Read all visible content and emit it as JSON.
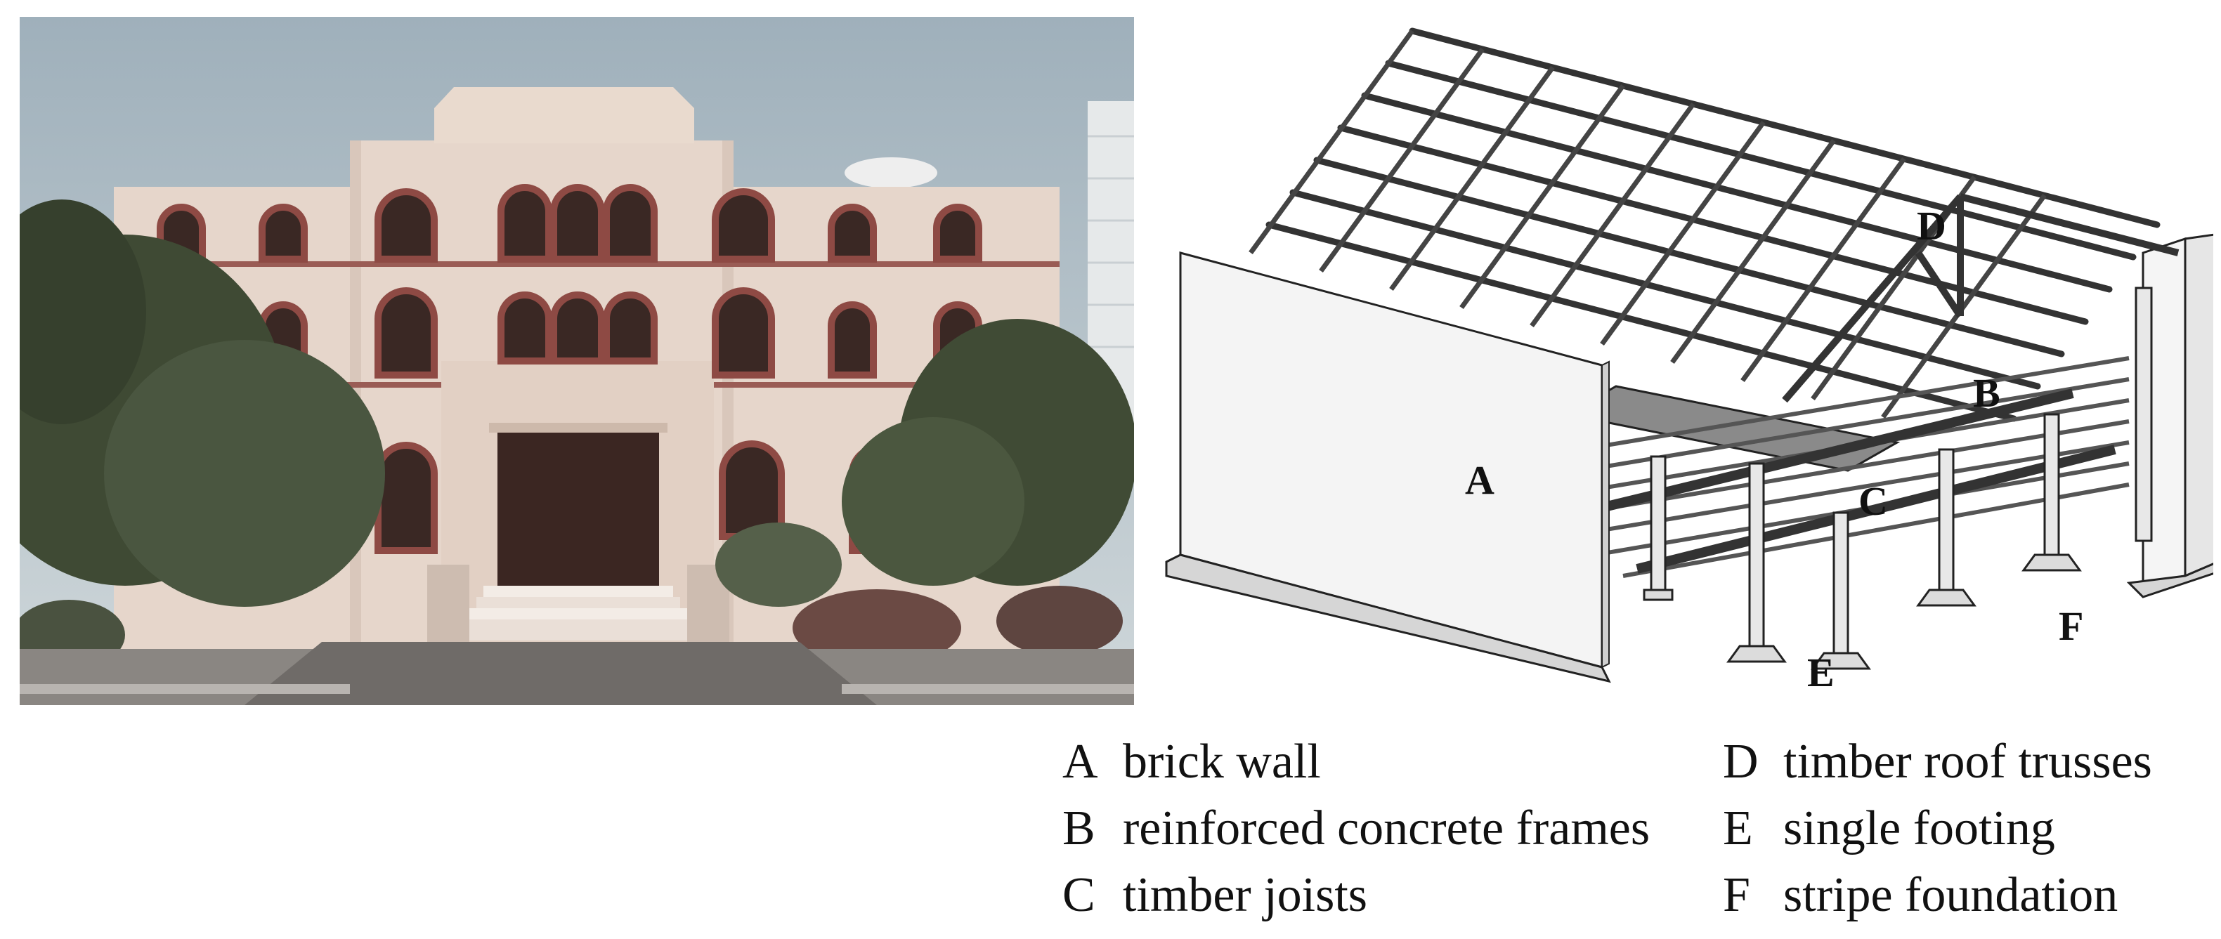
{
  "diagram": {
    "labels": {
      "A": "A",
      "B": "B",
      "C": "C",
      "D": "D",
      "E": "E",
      "F": "F"
    },
    "legend": [
      {
        "key": "A",
        "text": "brick wall"
      },
      {
        "key": "B",
        "text": "reinforced concrete frames"
      },
      {
        "key": "C",
        "text": "timber joists"
      },
      {
        "key": "D",
        "text": "timber roof trusses"
      },
      {
        "key": "E",
        "text": "single footing"
      },
      {
        "key": "F",
        "text": "stripe foundation"
      }
    ]
  },
  "colors": {
    "sky": "#b6c5cf",
    "facade": "#e5d4c9",
    "brick_trim": "#8e4a44",
    "tree": "#3e4a32",
    "road": "#7a7672",
    "wall_face": "#f2f2f2",
    "outline": "#222222"
  }
}
